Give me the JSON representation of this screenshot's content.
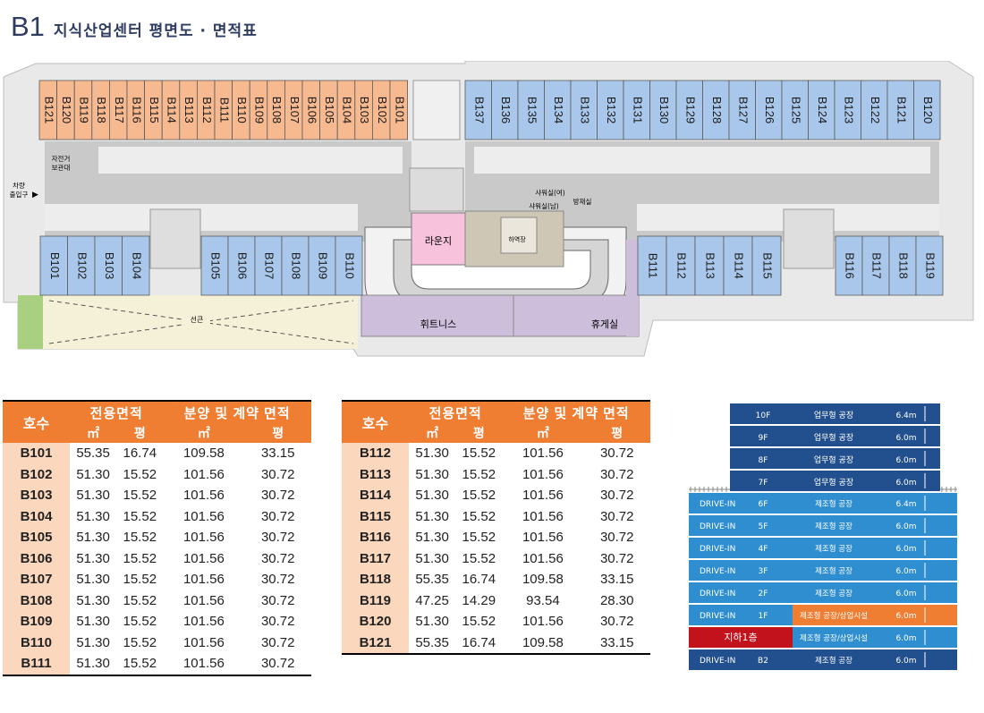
{
  "title": {
    "level": "B1",
    "text": "지식산업센터 평면도  ·  면적표"
  },
  "plan": {
    "top_units": [
      "B121",
      "B120",
      "B119",
      "B118",
      "B117",
      "B116",
      "B115",
      "B114",
      "B113",
      "B112",
      "B111",
      "B110",
      "B109",
      "B108",
      "B107",
      "B106",
      "B105",
      "B104",
      "B103",
      "B102",
      "B101"
    ],
    "top_right_units": [
      "B137",
      "B136",
      "B135",
      "B134",
      "B133",
      "B132",
      "B131",
      "B130",
      "B129",
      "B128",
      "B127",
      "B126",
      "B125",
      "B124",
      "B123",
      "B122",
      "B121",
      "B120"
    ],
    "bottom_left_units": [
      "B101",
      "B102",
      "B103",
      "B104"
    ],
    "bottom_mid_units": [
      "B105",
      "B106",
      "B107",
      "B108",
      "B109",
      "B110"
    ],
    "bottom_right_units": [
      "B111",
      "B112",
      "B113",
      "B114",
      "B115"
    ],
    "bottom_far_right_units": [
      "B116",
      "B117",
      "B118",
      "B119"
    ],
    "labels": {
      "lounge": "라운지",
      "fitness": "휘트니스",
      "rest": "휴게실",
      "shower_f": "샤워실(여)",
      "shower_m": "샤워실(남)",
      "disaster": "방재실",
      "loading": "하역장",
      "bike1": "자전거",
      "bike2": "보관대",
      "car1": "차량",
      "car2": "출입구",
      "line": "선큰"
    },
    "colors": {
      "orange": "#f7b98f",
      "blue": "#a9c7ea",
      "purple": "#cdbfdc",
      "pink": "#f7c3dc",
      "green": "#a8d080",
      "light": "#f5f1d8",
      "grey": "#e3e3e3",
      "aisle": "#c8c8c8"
    }
  },
  "table_headers": {
    "ho": "호수",
    "exclusive": "전용면적",
    "contract": "분양 및 계약 면적",
    "m2": "㎡",
    "py": "평"
  },
  "table_left": [
    {
      "ho": "B101",
      "em": "55.35",
      "ep": "16.74",
      "cm": "109.58",
      "cp": "33.15"
    },
    {
      "ho": "B102",
      "em": "51.30",
      "ep": "15.52",
      "cm": "101.56",
      "cp": "30.72"
    },
    {
      "ho": "B103",
      "em": "51.30",
      "ep": "15.52",
      "cm": "101.56",
      "cp": "30.72"
    },
    {
      "ho": "B104",
      "em": "51.30",
      "ep": "15.52",
      "cm": "101.56",
      "cp": "30.72"
    },
    {
      "ho": "B105",
      "em": "51.30",
      "ep": "15.52",
      "cm": "101.56",
      "cp": "30.72"
    },
    {
      "ho": "B106",
      "em": "51.30",
      "ep": "15.52",
      "cm": "101.56",
      "cp": "30.72"
    },
    {
      "ho": "B107",
      "em": "51.30",
      "ep": "15.52",
      "cm": "101.56",
      "cp": "30.72"
    },
    {
      "ho": "B108",
      "em": "51.30",
      "ep": "15.52",
      "cm": "101.56",
      "cp": "30.72"
    },
    {
      "ho": "B109",
      "em": "51.30",
      "ep": "15.52",
      "cm": "101.56",
      "cp": "30.72"
    },
    {
      "ho": "B110",
      "em": "51.30",
      "ep": "15.52",
      "cm": "101.56",
      "cp": "30.72"
    },
    {
      "ho": "B111",
      "em": "51.30",
      "ep": "15.52",
      "cm": "101.56",
      "cp": "30.72"
    }
  ],
  "table_right": [
    {
      "ho": "B112",
      "em": "51.30",
      "ep": "15.52",
      "cm": "101.56",
      "cp": "30.72"
    },
    {
      "ho": "B113",
      "em": "51.30",
      "ep": "15.52",
      "cm": "101.56",
      "cp": "30.72"
    },
    {
      "ho": "B114",
      "em": "51.30",
      "ep": "15.52",
      "cm": "101.56",
      "cp": "30.72"
    },
    {
      "ho": "B115",
      "em": "51.30",
      "ep": "15.52",
      "cm": "101.56",
      "cp": "30.72"
    },
    {
      "ho": "B116",
      "em": "51.30",
      "ep": "15.52",
      "cm": "101.56",
      "cp": "30.72"
    },
    {
      "ho": "B117",
      "em": "51.30",
      "ep": "15.52",
      "cm": "101.56",
      "cp": "30.72"
    },
    {
      "ho": "B118",
      "em": "55.35",
      "ep": "16.74",
      "cm": "109.58",
      "cp": "33.15"
    },
    {
      "ho": "B119",
      "em": "47.25",
      "ep": "14.29",
      "cm": "93.54",
      "cp": "28.30"
    },
    {
      "ho": "B120",
      "em": "51.30",
      "ep": "15.52",
      "cm": "101.56",
      "cp": "30.72"
    },
    {
      "ho": "B121",
      "em": "55.35",
      "ep": "16.74",
      "cm": "109.58",
      "cp": "33.15"
    }
  ],
  "section": {
    "upper": [
      {
        "floor": "10F",
        "use": "업무형 공장",
        "height": "6.4m"
      },
      {
        "floor": "9F",
        "use": "업무형 공장",
        "height": "6.0m"
      },
      {
        "floor": "8F",
        "use": "업무형 공장",
        "height": "6.0m"
      },
      {
        "floor": "7F",
        "use": "업무형 공장",
        "height": "6.0m"
      }
    ],
    "lower": [
      {
        "drive": "DRIVE-IN",
        "floor": "6F",
        "use": "제조형 공장",
        "height": "6.4m"
      },
      {
        "drive": "DRIVE-IN",
        "floor": "5F",
        "use": "제조형 공장",
        "height": "6.0m"
      },
      {
        "drive": "DRIVE-IN",
        "floor": "4F",
        "use": "제조형 공장",
        "height": "6.0m"
      },
      {
        "drive": "DRIVE-IN",
        "floor": "3F",
        "use": "제조형 공장",
        "height": "6.0m"
      },
      {
        "drive": "DRIVE-IN",
        "floor": "2F",
        "use": "제조형 공장",
        "height": "6.0m"
      },
      {
        "drive": "DRIVE-IN",
        "floor": "1F",
        "use": "제조형 공장/상업시설",
        "height": "6.0m",
        "highlight": "orange"
      },
      {
        "drive": "",
        "floor": "지하1층",
        "use": "제조형 공장/상업시설",
        "height": "6.0m",
        "highlight": "red"
      },
      {
        "drive": "DRIVE-IN",
        "floor": "B2",
        "use": "제조형 공장",
        "height": "6.0m"
      }
    ]
  }
}
